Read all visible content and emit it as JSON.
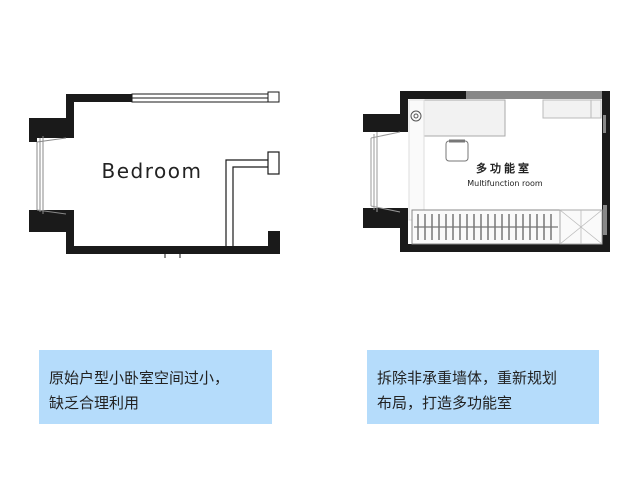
{
  "left_plan": {
    "room_label": "Bedroom"
  },
  "right_plan": {
    "room_label_cn": "多功能室",
    "room_label_en": "Multifunction room"
  },
  "captions": {
    "left": {
      "line1": "原始户型小卧室空间过小，",
      "line2": "缺乏合理利用"
    },
    "right": {
      "line1": "拆除非承重墙体，重新规划",
      "line2": "布局，打造多功能室"
    }
  },
  "colors": {
    "wall": "#1a1a1a",
    "caption_bg": "#b5dcfb"
  }
}
